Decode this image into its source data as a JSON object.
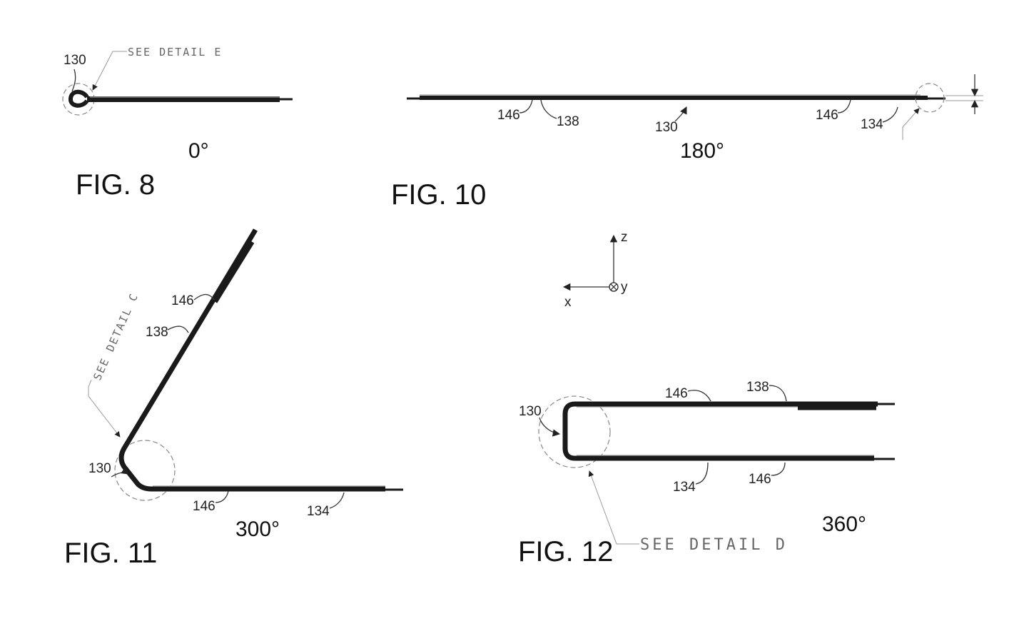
{
  "figures": {
    "fig8": {
      "title": "FIG. 8",
      "angle": "0°",
      "refs": {
        "r130": "130"
      },
      "note": "SEE DETAIL E"
    },
    "fig10": {
      "title": "FIG. 10",
      "angle": "180°",
      "refs": {
        "r146a": "146",
        "r138": "138",
        "r130": "130",
        "r146b": "146",
        "r134": "134"
      }
    },
    "fig11": {
      "title": "FIG. 11",
      "angle": "300°",
      "refs": {
        "r146a": "146",
        "r138": "138",
        "r130": "130",
        "r146b": "146",
        "r134": "134"
      },
      "note": "SEE DETAIL C"
    },
    "fig12": {
      "title": "FIG. 12",
      "angle": "360°",
      "refs": {
        "r146a": "146",
        "r138": "138",
        "r130": "130",
        "r134": "134",
        "r146b": "146"
      },
      "note": "SEE DETAIL D"
    }
  },
  "axes": {
    "z": "z",
    "y": "y",
    "x": "x"
  }
}
